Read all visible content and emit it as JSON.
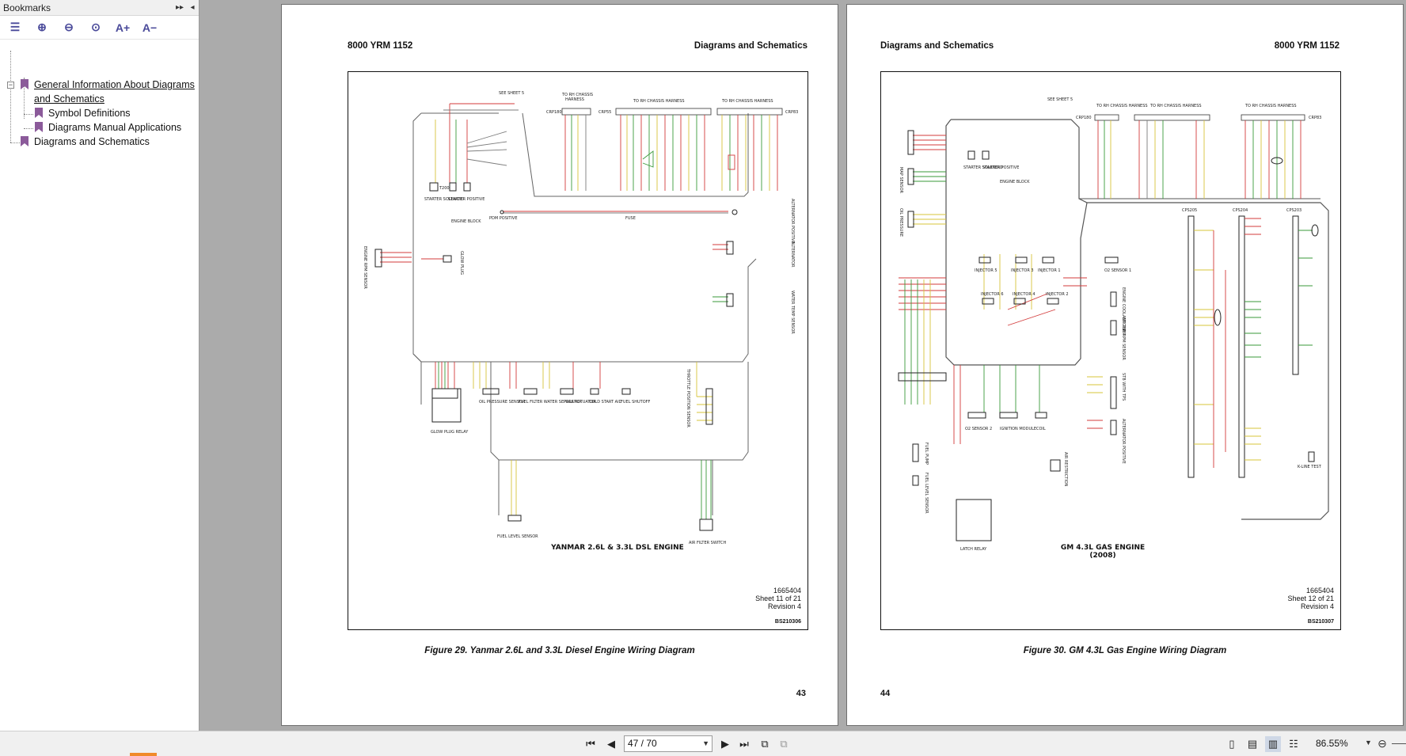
{
  "sidebar": {
    "title": "Bookmarks",
    "controls": {
      "expand": "▸▸",
      "collapse": "◂"
    },
    "toolbar": [
      {
        "icon": "options-list-icon",
        "glyph": "☰"
      },
      {
        "icon": "expand-bookmark-icon",
        "glyph": "⊕"
      },
      {
        "icon": "collapse-bookmark-icon",
        "glyph": "⊖"
      },
      {
        "icon": "find-bookmark-icon",
        "glyph": "⊙"
      },
      {
        "icon": "increase-text-size-icon",
        "glyph": "A+"
      },
      {
        "icon": "decrease-text-size-icon",
        "glyph": "A−"
      }
    ],
    "tree": {
      "item1_line1": "General Information About Diagrams",
      "item1_line2": "and Schematics",
      "child1": "Symbol Definitions",
      "child2": "Diagrams Manual Applications",
      "item2": "Diagrams and Schematics"
    }
  },
  "pages": {
    "left": {
      "header_left": "8000 YRM 1152",
      "header_right": "Diagrams and Schematics",
      "diagram_title": "YANMAR 2.6L & 3.3L DSL ENGINE",
      "sheet_no": "1665404",
      "sheet": "Sheet 11 of 21",
      "revision": "Revision 4",
      "bs_no": "BS210306",
      "caption": "Figure 29. Yanmar 2.6L and 3.3L Diesel Engine Wiring Diagram",
      "page_number": "43",
      "labels": {
        "see_sheet": "SEE SHEET 5",
        "to_rh_chassis": "TO RH CHASSIS",
        "harness": "HARNESS",
        "to_rh_chassis_harness": "TO RH CHASSIS HARNESS",
        "crp180": "CRP180",
        "crp55": "CRP55",
        "crp83": "CRP83",
        "t200": "T200",
        "starter_solenoid": "STARTER SOLENOID",
        "starter_positive": "STARTER POSITIVE",
        "engine_block": "ENGINE BLOCK",
        "pdm_positive": "PDM POSITIVE",
        "fuse": "FUSE",
        "alternator_positive": "ALTERNATOR POSITIVE",
        "alternator": "ALTERNATOR",
        "water_temp_sensor": "WATER TEMP SENSOR",
        "glow_plug": "GLOW PLUG",
        "engine_rpm_sensor": "ENGINE RPM SENSOR",
        "oil_pressure_sensor": "OIL PRESSURE SENSOR",
        "fuel_filter_water_separator": "FUEL FILTER WATER SEPARATOR",
        "pull_actuator": "PULL ACTUATOR",
        "cold_start_aid": "COLD START AID",
        "fuel_shutoff": "FUEL SHUTOFF",
        "throttle_position_sensor": "THROTTLE POSITION SENSOR",
        "glow_plug_relay": "GLOW PLUG RELAY",
        "fuel_level_sensor": "FUEL LEVEL SENSOR",
        "air_filter_switch": "AIR FILTER SWITCH"
      }
    },
    "right": {
      "header_left": "Diagrams and Schematics",
      "header_right": "8000 YRM 1152",
      "diagram_title_line1": "GM 4.3L GAS ENGINE",
      "diagram_title_line2": "(2008)",
      "sheet_no": "1665404",
      "sheet": "Sheet 12 of 21",
      "revision": "Revision 4",
      "bs_no": "BS210307",
      "caption": "Figure 30. GM 4.3L Gas Engine Wiring Diagram",
      "page_number": "44",
      "labels": {
        "see_sheet": "SEE SHEET 5",
        "to_rh_chassis_harness": "TO RH CHASSIS HARNESS",
        "crp180": "CRP180",
        "crp83": "CRP83",
        "starter_solenoid": "STARTER SOLENOID",
        "starter_positive": "STARTER POSITIVE",
        "engine_block": "ENGINE BLOCK",
        "injector_5": "INJECTOR 5",
        "injector_3": "INJECTOR 3",
        "injector_1": "INJECTOR 1",
        "injector_6": "INJECTOR 6",
        "injector_4": "INJECTOR 4",
        "injector_2": "INJECTOR 2",
        "o2_sensor_1": "O2 SENSOR 1",
        "o2_sensor_2": "O2 SENSOR 2",
        "engine_coolant_temp": "ENGINE COOLANT TEMP",
        "engine_rpm_sensor": "ENGINE RPM SENSOR",
        "ignition_module": "IGNITION MODULE",
        "coil": "COIL",
        "fuel_pump": "FUEL PUMP",
        "fuel_level_sensor": "FUEL LEVEL SENSOR",
        "latch_relay": "LATCH RELAY",
        "air_restriction": "AIR RESTRICTION",
        "alternator_positive": "ALTERNATOR POSITIVE",
        "stb_with_tps": "STB WITH TPS",
        "map_sensor": "MAP SENSOR",
        "oil_pressure": "OIL PRESSURE",
        "cps205": "CPS205",
        "cps204": "CPS204",
        "cps203": "CPS203",
        "k_line_test": "K-LINE TEST"
      }
    }
  },
  "navbar": {
    "first": "first-page-icon",
    "prev": "previous-page-icon",
    "page_field": "47 / 70",
    "next": "next-page-icon",
    "last": "last-page-icon",
    "zoom": "86.55%"
  },
  "colors": {
    "wire_red": "#d33b3b",
    "wire_green": "#3a9a3a",
    "wire_yellow": "#d7c43a",
    "wire_gray": "#7c7c7c",
    "bookmark_purple": "#8b5a9a"
  }
}
